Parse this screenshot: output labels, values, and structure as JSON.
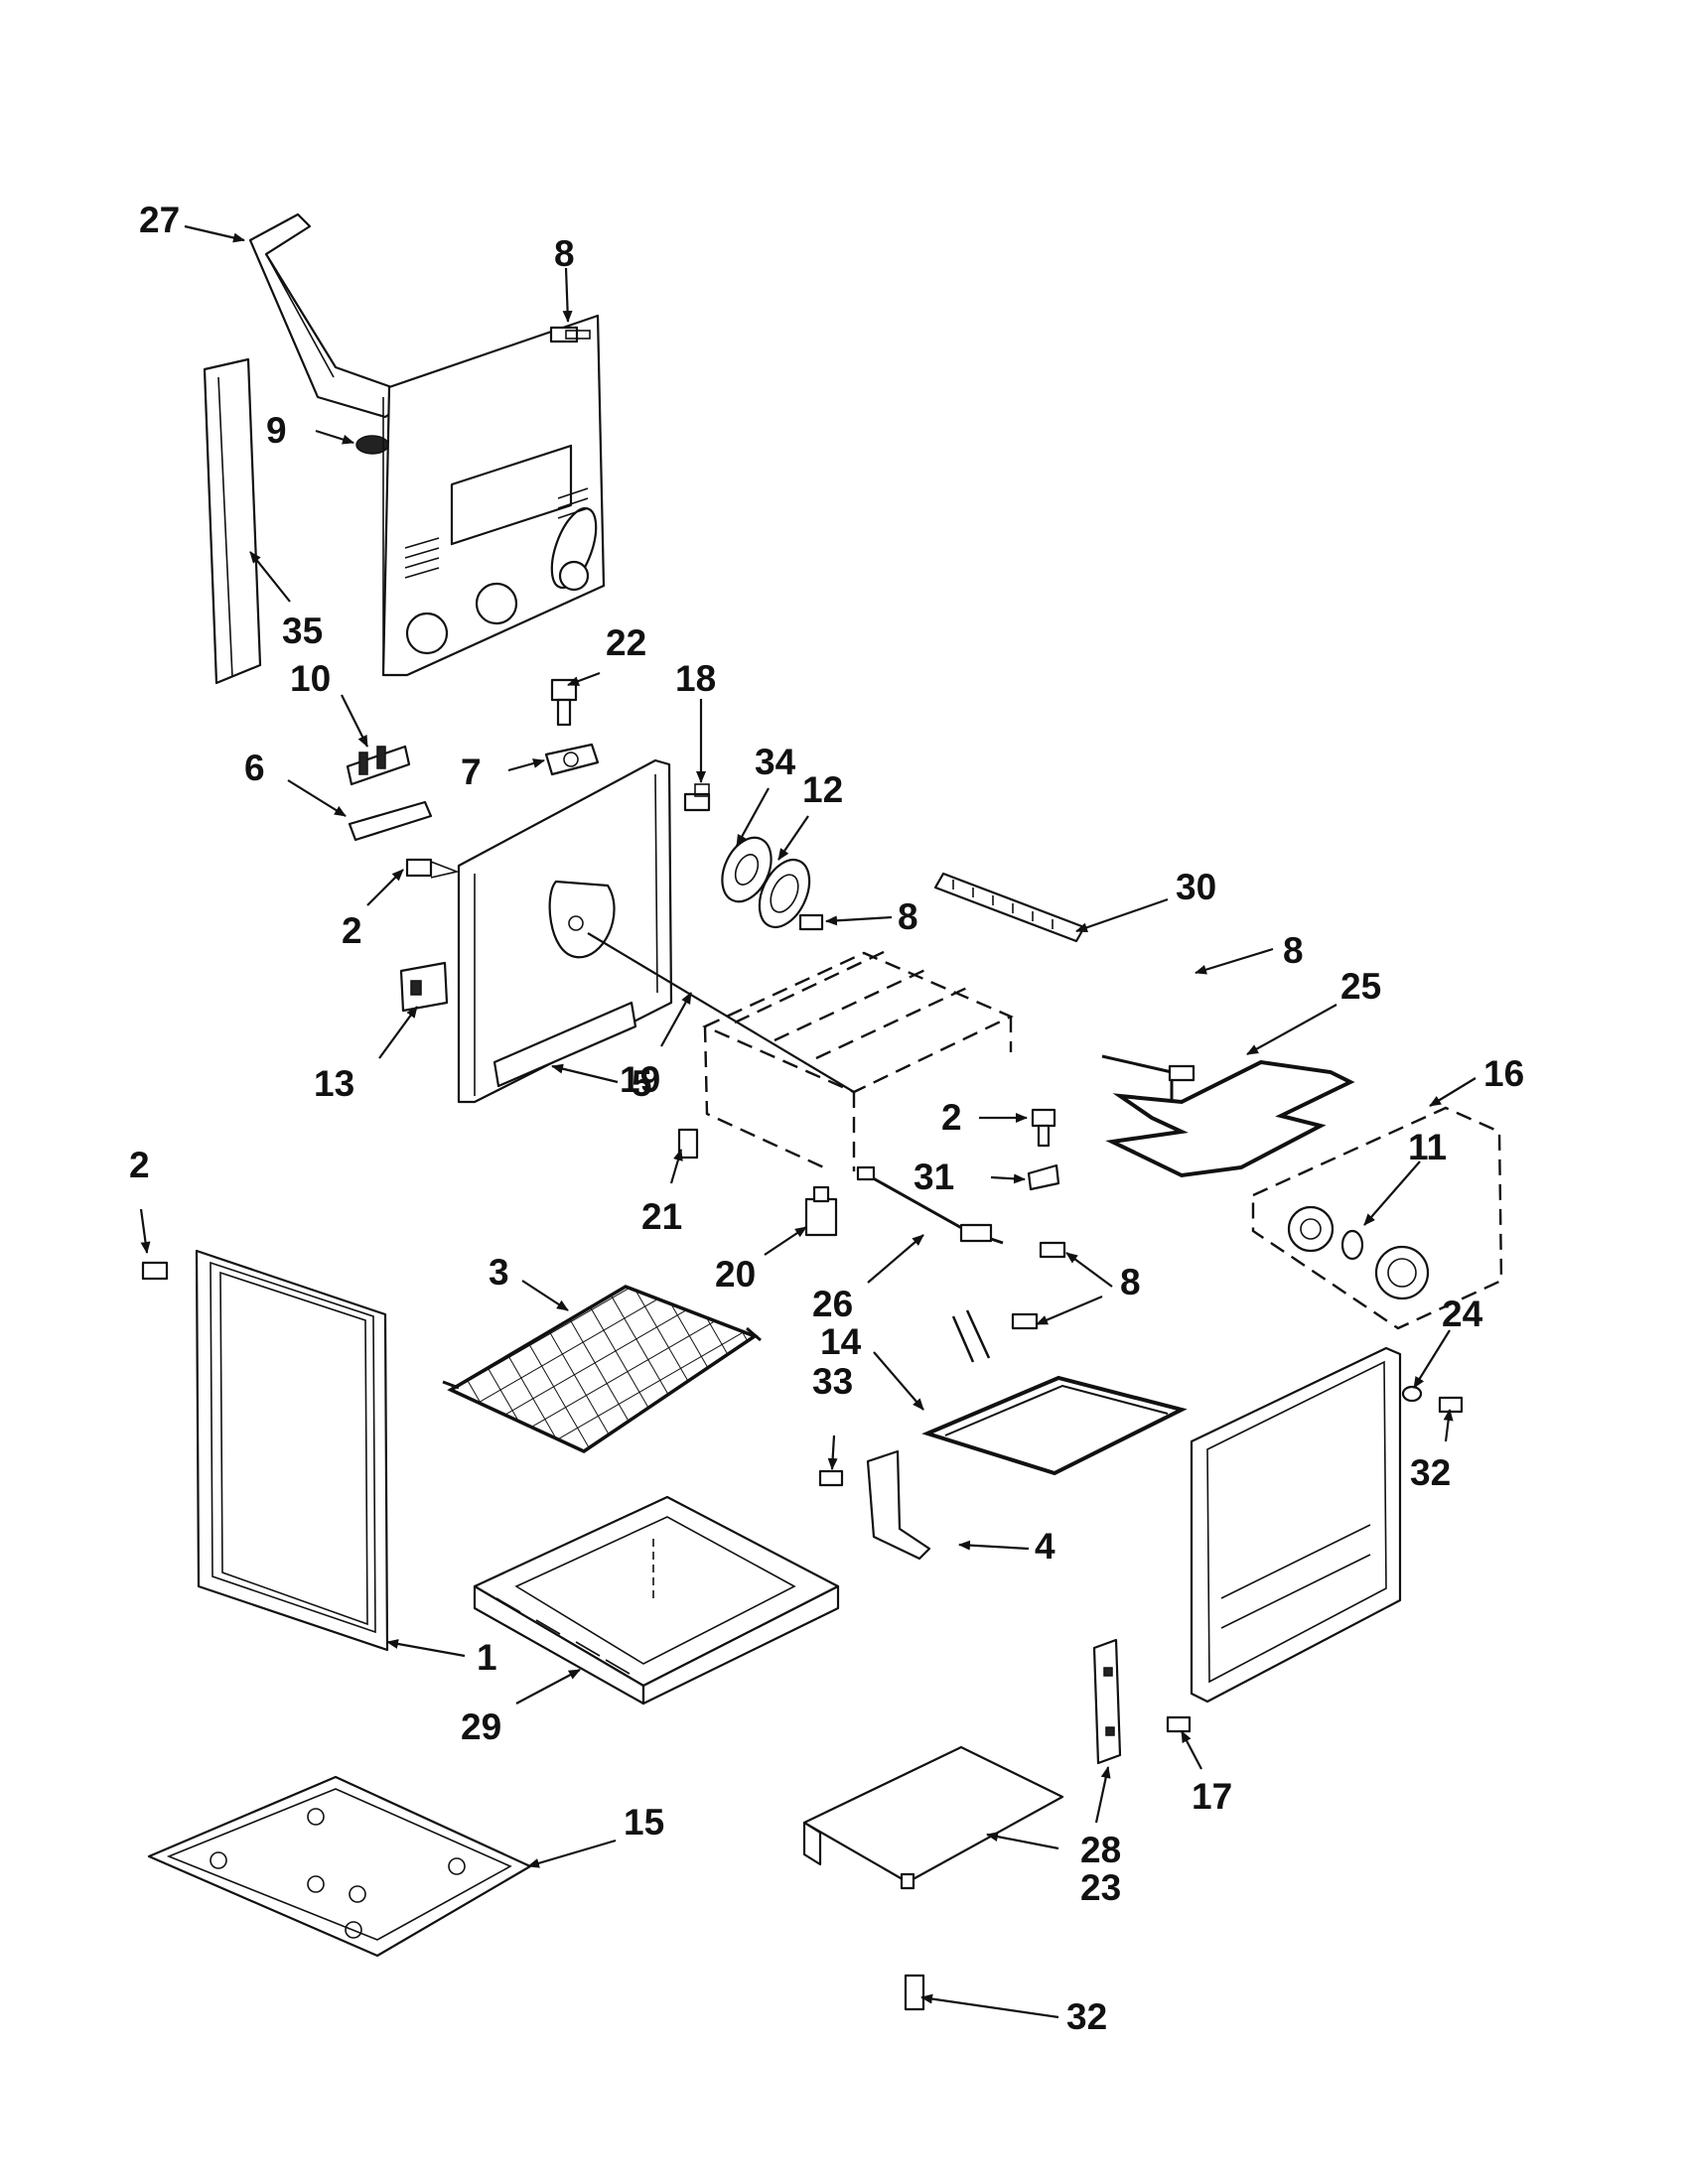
{
  "diagram": {
    "callouts": [
      {
        "id": "c27a",
        "text": "27"
      },
      {
        "id": "c8a",
        "text": "8"
      },
      {
        "id": "c9",
        "text": "9"
      },
      {
        "id": "c35",
        "text": "35"
      },
      {
        "id": "c10",
        "text": "10"
      },
      {
        "id": "c22",
        "text": "22"
      },
      {
        "id": "c18",
        "text": "18"
      },
      {
        "id": "c6",
        "text": "6"
      },
      {
        "id": "c7",
        "text": "7"
      },
      {
        "id": "c34",
        "text": "34"
      },
      {
        "id": "c12",
        "text": "12"
      },
      {
        "id": "c8b",
        "text": "8"
      },
      {
        "id": "c30",
        "text": "30"
      },
      {
        "id": "c2a",
        "text": "2"
      },
      {
        "id": "c8c",
        "text": "8"
      },
      {
        "id": "c25",
        "text": "25"
      },
      {
        "id": "c16",
        "text": "16"
      },
      {
        "id": "c19",
        "text": "19"
      },
      {
        "id": "c13",
        "text": "13"
      },
      {
        "id": "c5",
        "text": "5"
      },
      {
        "id": "c2b",
        "text": "2"
      },
      {
        "id": "c31",
        "text": "31"
      },
      {
        "id": "c11",
        "text": "11"
      },
      {
        "id": "c2c",
        "text": "2"
      },
      {
        "id": "c21",
        "text": "21"
      },
      {
        "id": "c3",
        "text": "3"
      },
      {
        "id": "c20",
        "text": "20"
      },
      {
        "id": "c26",
        "text": "26"
      },
      {
        "id": "c8d",
        "text": "8"
      },
      {
        "id": "c24",
        "text": "24"
      },
      {
        "id": "c14",
        "text": "14"
      },
      {
        "id": "c33",
        "text": "33"
      },
      {
        "id": "c32a",
        "text": "32"
      },
      {
        "id": "c4",
        "text": "4"
      },
      {
        "id": "c1",
        "text": "1"
      },
      {
        "id": "c29",
        "text": "29"
      },
      {
        "id": "c15",
        "text": "15"
      },
      {
        "id": "c17",
        "text": "17"
      },
      {
        "id": "c28",
        "text": "28"
      },
      {
        "id": "c23",
        "text": "23"
      },
      {
        "id": "c32b",
        "text": "32"
      }
    ]
  }
}
